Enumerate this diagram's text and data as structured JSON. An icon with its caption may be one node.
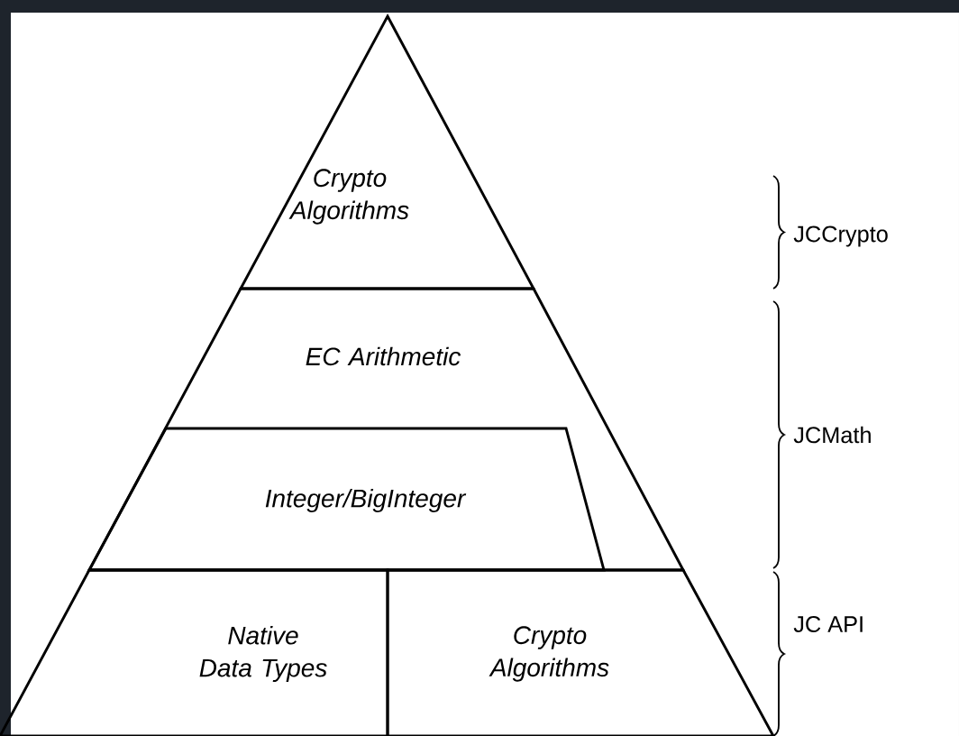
{
  "diagram": {
    "nodes": [
      {
        "text": [
          "Crypto Algorithms"
        ]
      },
      {
        "text": [
          "EC Arithmetic"
        ]
      },
      {
        "text": [
          "Integer/BigInteger"
        ],
        "in": 1
      },
      {
        "text": [
          "Native Data Types"
        ]
      },
      {
        "text": [
          "Crypto Algorithms"
        ]
      }
    ],
    "labels": [
      "JCCrypto",
      "JCMath",
      "JC API"
    ]
  }
}
